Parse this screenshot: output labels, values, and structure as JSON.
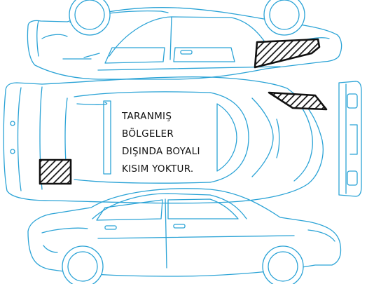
{
  "colors": {
    "outline": "#2ba3d6",
    "hatch": "#111111",
    "text": "#111111",
    "background": "#ffffff"
  },
  "note": {
    "lines": [
      "TARANMIŞ",
      "BÖLGELER",
      "DIŞINDA BOYALI",
      "KISIM YOKTUR."
    ]
  },
  "marked_regions": [
    {
      "view": "left-side",
      "part": "rear-quarter-panel",
      "marking": "hatched"
    },
    {
      "view": "top",
      "part": "rear-fender-left",
      "marking": "hatched"
    },
    {
      "view": "top",
      "part": "front-fender-left",
      "marking": "hatched"
    }
  ]
}
